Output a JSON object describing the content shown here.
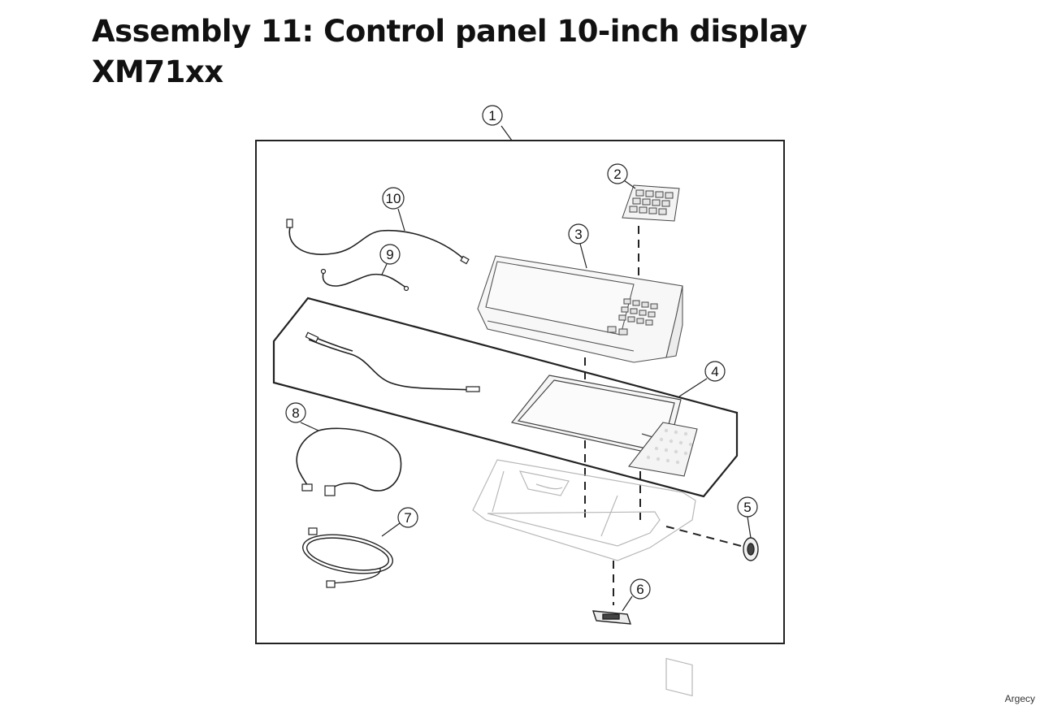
{
  "title": {
    "line1": "Assembly 11: Control panel 10-inch display",
    "line2": "XM71xx"
  },
  "callouts": [
    "1",
    "2",
    "3",
    "4",
    "5",
    "6",
    "7",
    "8",
    "9",
    "10"
  ],
  "watermark": "Argecy"
}
